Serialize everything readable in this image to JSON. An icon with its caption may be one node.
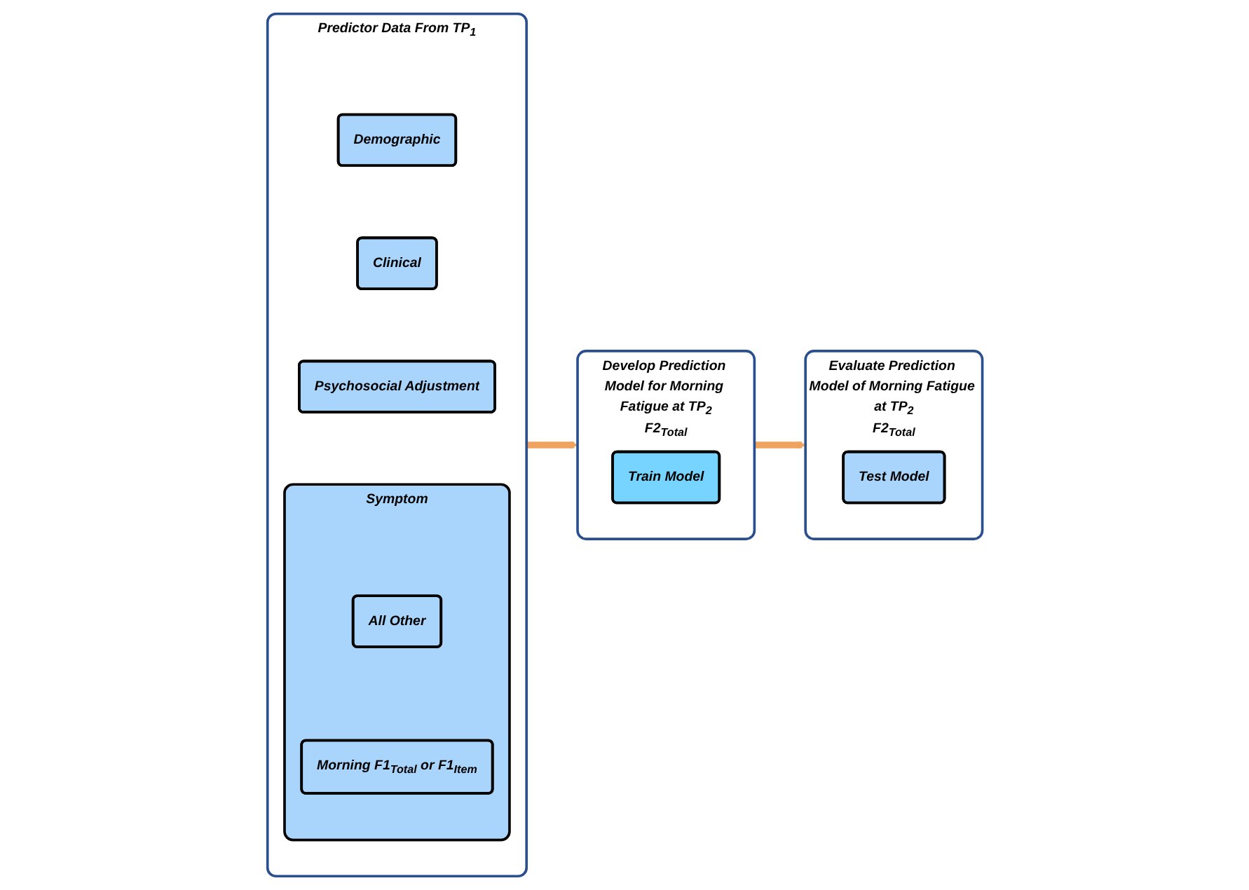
{
  "diagram": {
    "nodes": [
      {
        "text": [
          "Predictor Data From TP$_{1}$"
        ]
      },
      {
        "text": [
          "Demographic"
        ],
        "in": 0
      },
      {
        "text": [
          "Clinical"
        ],
        "in": 0
      },
      {
        "text": [
          "Psychosocial Adjustment"
        ],
        "in": 0
      },
      {
        "text": [
          "Symptom"
        ],
        "in": 0
      },
      {
        "text": [
          "All Other"
        ],
        "in": 4
      },
      {
        "text": [
          "Morning F1$_{Total}$ or F1$_{Item}$"
        ],
        "in": 4
      },
      {
        "text": [
          "Develop Prediction Model for Morning Fatigue at TP$_{2}$",
          "F2$_{Total}$"
        ]
      },
      {
        "text": [
          "Train Model"
        ],
        "in": 7
      },
      {
        "text": [
          "Evaluate Prediction Model of Morning Fatigue at TP$_{2}$",
          "F2$_{Total}$"
        ]
      },
      {
        "text": [
          "Test Model"
        ],
        "in": 9
      }
    ],
    "edges": [
      {
        "from": 0,
        "to": 7,
        "arrow": "to"
      },
      {
        "from": 7,
        "to": 9,
        "arrow": "to"
      }
    ]
  }
}
